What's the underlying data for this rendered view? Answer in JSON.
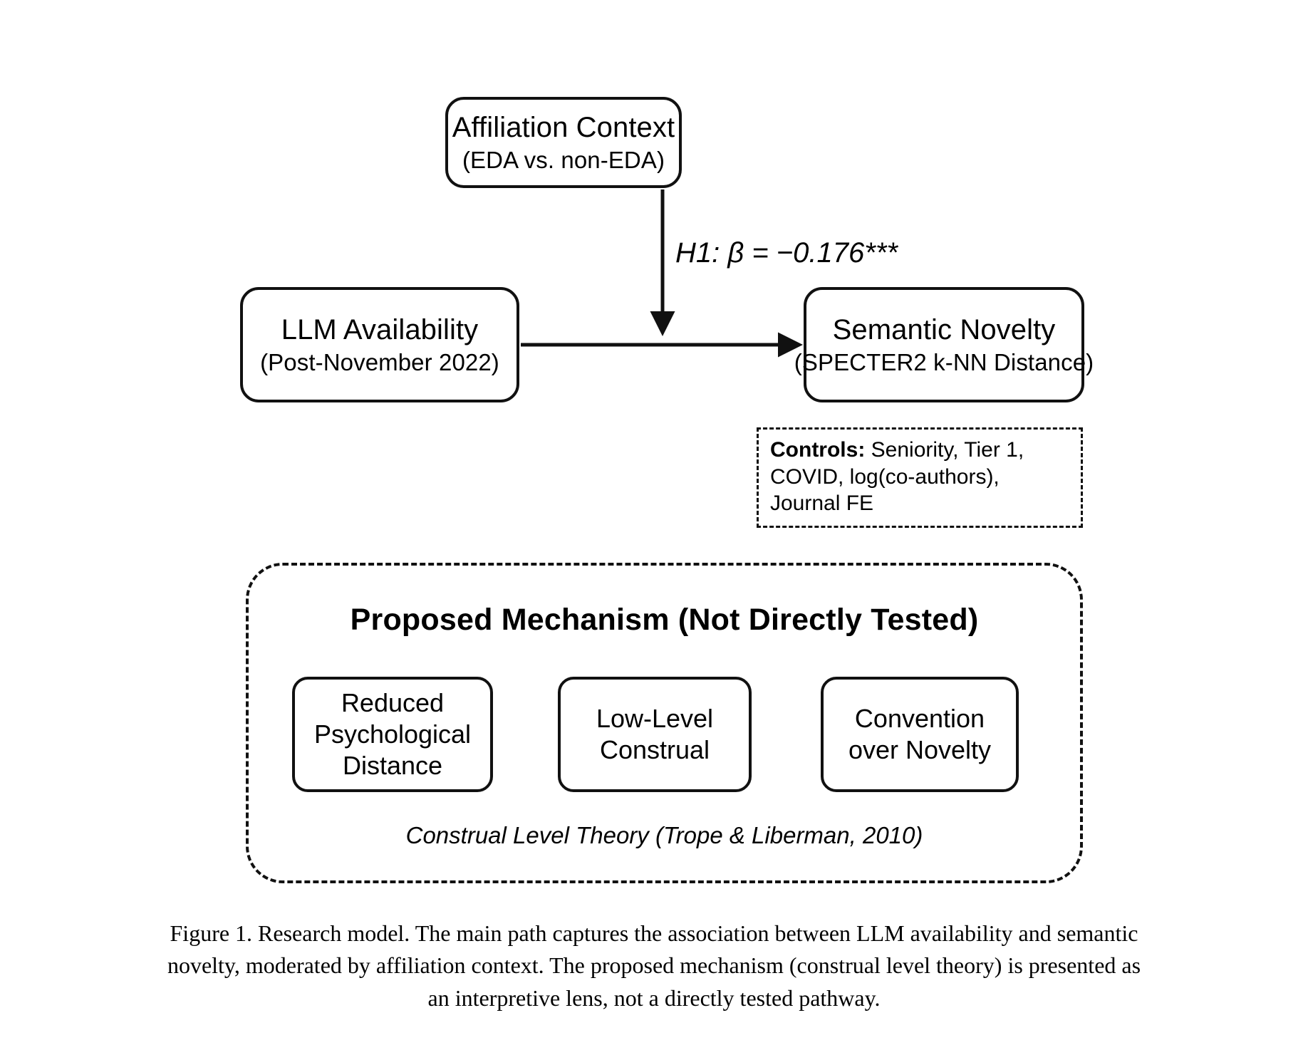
{
  "figure": {
    "caption": "Figure 1. Research model. The main path captures the association between LLM availability and semantic novelty, moderated by affiliation context. The proposed mechanism (construal level theory) is presented as an interpretive lens, not a directly tested pathway.",
    "ink_color": "#111111",
    "background_color": "#ffffff"
  },
  "chart_data": {
    "type": "diagram",
    "title": "Research model",
    "nodes": [
      {
        "id": "affiliation",
        "label": "Affiliation Context",
        "sublabel": "(EDA vs. non-EDA)",
        "role": "moderator"
      },
      {
        "id": "llm_availability",
        "label": "LLM Availability",
        "sublabel": "(Post-November 2022)",
        "role": "independent-variable"
      },
      {
        "id": "semantic_novelty",
        "label": "Semantic Novelty",
        "sublabel": "(SPECTER2 k-NN Distance)",
        "role": "dependent-variable"
      }
    ],
    "edges": [
      {
        "from": "llm_availability",
        "to": "semantic_novelty",
        "label": "",
        "style": "solid"
      },
      {
        "from": "affiliation",
        "to": "llm_availability->semantic_novelty",
        "label": "H1: β = −0.176***",
        "style": "solid-moderation"
      },
      {
        "from": "reduced_psychological_distance",
        "to": "low_level_construal",
        "label": "",
        "style": "solid"
      },
      {
        "from": "low_level_construal",
        "to": "convention_over_novelty",
        "label": "",
        "style": "solid"
      }
    ],
    "hypotheses": [
      {
        "id": "H1",
        "label": "H1: β = −0.176***",
        "beta": -0.176,
        "significance": "***"
      }
    ]
  },
  "model": {
    "affiliation": {
      "title": "Affiliation Context",
      "subtitle": "(EDA vs. non-EDA)"
    },
    "llm_availability": {
      "title": "LLM Availability",
      "subtitle": "(Post-November 2022)"
    },
    "semantic_novelty": {
      "title": "Semantic Novelty",
      "subtitle": "(SPECTER2 k-NN Distance)"
    },
    "h1_label": "H1: β = −0.176***"
  },
  "controls": {
    "label": "Controls:",
    "line1": " Seniority, Tier 1,",
    "line2": "COVID, log(co-authors), Journal FE"
  },
  "mechanism": {
    "title": "Proposed Mechanism (Not Directly Tested)",
    "footnote": "Construal Level Theory (Trope & Liberman, 2010)",
    "steps": [
      {
        "line1": "Reduced",
        "line2": "Psychological",
        "line3": "Distance"
      },
      {
        "line1": "Low-Level",
        "line2": "Construal",
        "line3": ""
      },
      {
        "line1": "Convention",
        "line2": "over Novelty",
        "line3": ""
      }
    ]
  }
}
